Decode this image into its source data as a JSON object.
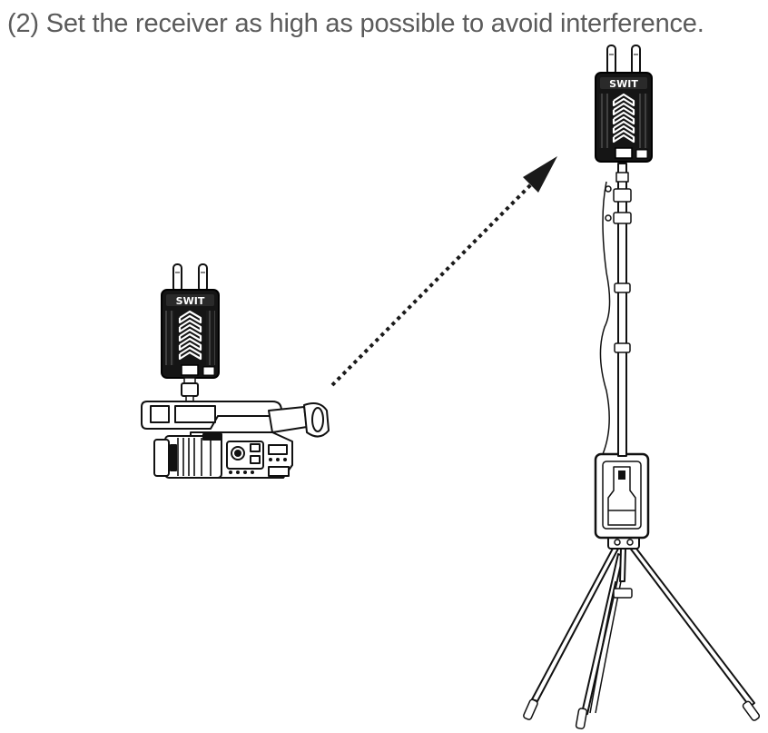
{
  "instruction": "(2) Set the receiver as high as possible to avoid interference.",
  "devices": {
    "transmitter_brand": "SWIT",
    "receiver_brand": "SWIT"
  },
  "icons": {
    "transmitter": "wireless-transmitter-icon",
    "camera": "camcorder-icon",
    "receiver": "wireless-receiver-icon",
    "stand": "tripod-light-stand-icon",
    "signal": "dotted-arrow-icon"
  }
}
